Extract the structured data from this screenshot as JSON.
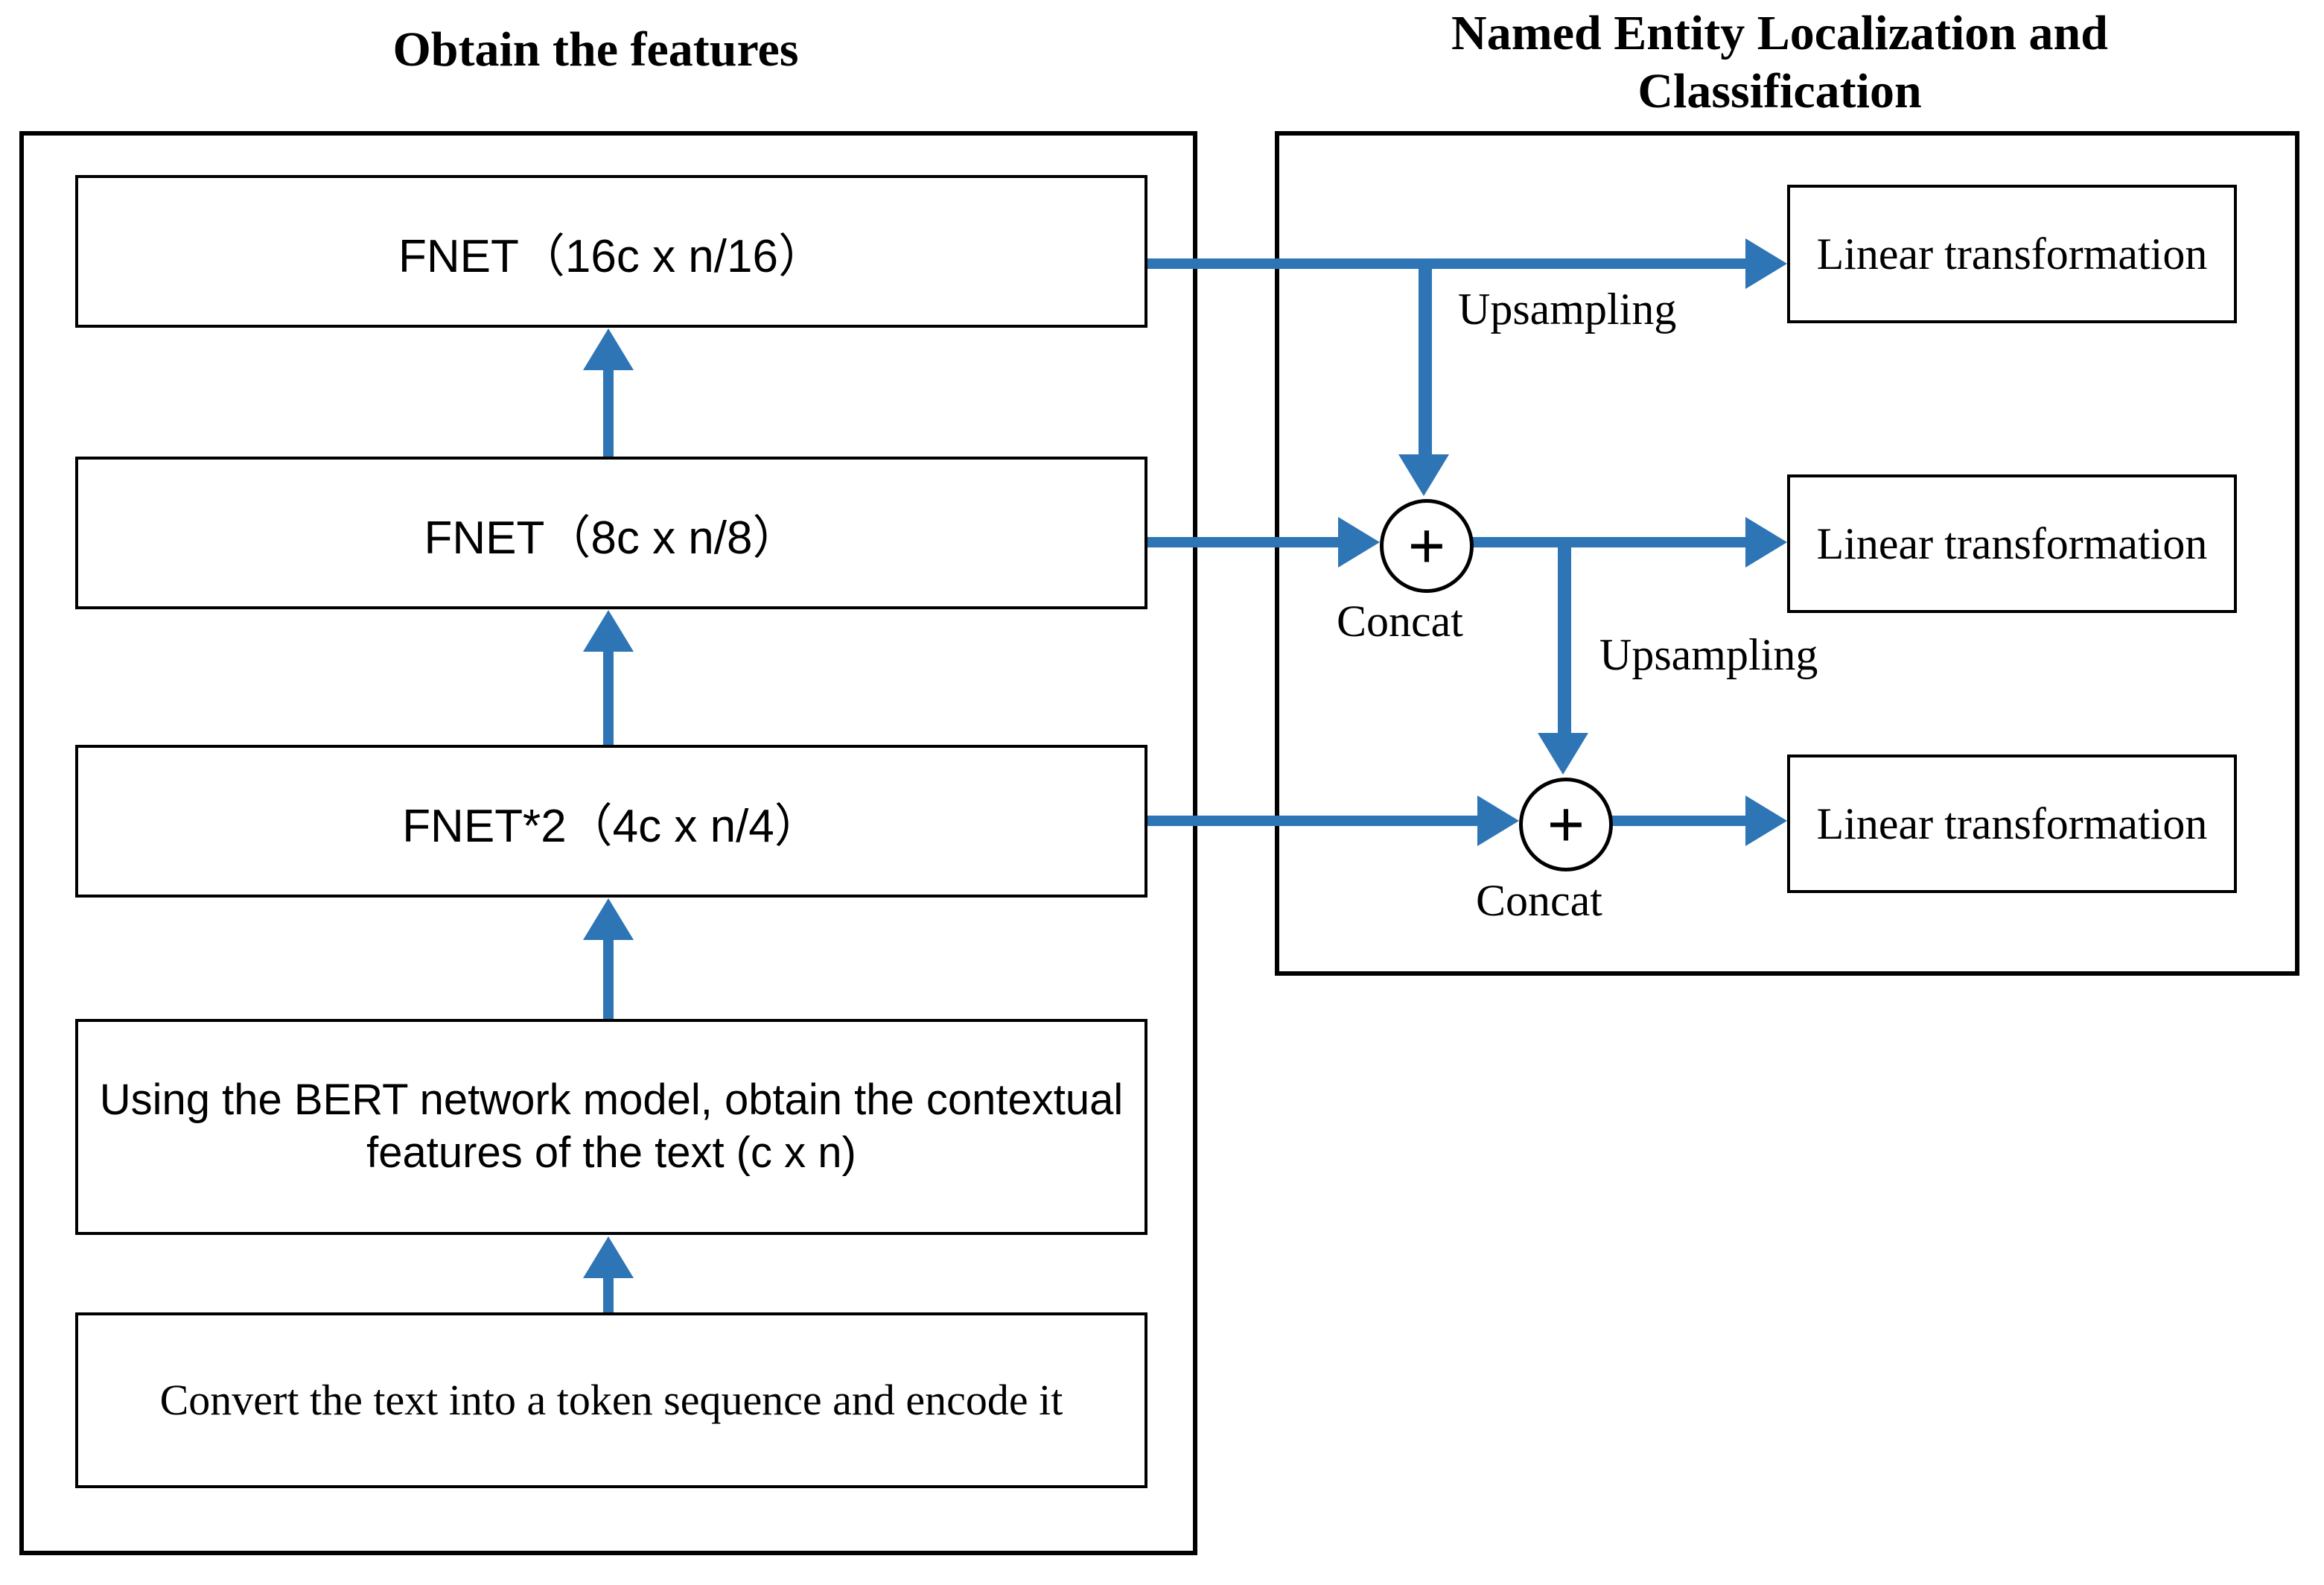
{
  "titles": {
    "left": "Obtain the features",
    "right": "Named Entity Localization and\nClassification"
  },
  "left_pipeline": {
    "boxes": [
      {
        "id": "fnet16",
        "label": "FNET（16c x n/16）"
      },
      {
        "id": "fnet8",
        "label": "FNET（8c x n/8）"
      },
      {
        "id": "fnet4",
        "label": "FNET*2（4c x n/4）"
      },
      {
        "id": "bert",
        "label": "Using the BERT network model, obtain the contextual features of the text (c x n)"
      },
      {
        "id": "token",
        "label": "Convert the text into a token sequence and encode it"
      }
    ]
  },
  "right_pipeline": {
    "linear_boxes": [
      {
        "id": "lin1",
        "label": "Linear transformation"
      },
      {
        "id": "lin2",
        "label": "Linear transformation"
      },
      {
        "id": "lin3",
        "label": "Linear transformation"
      }
    ],
    "operators": [
      {
        "id": "concat1",
        "symbol": "+",
        "caption": "Concat"
      },
      {
        "id": "concat2",
        "symbol": "+",
        "caption": "Concat"
      }
    ],
    "edge_labels": [
      {
        "id": "ups1",
        "label": "Upsampling"
      },
      {
        "id": "ups2",
        "label": "Upsampling"
      }
    ]
  },
  "colors": {
    "arrow_blue": "#2E75B6",
    "outline_black": "#000000",
    "background": "#FFFFFF"
  }
}
